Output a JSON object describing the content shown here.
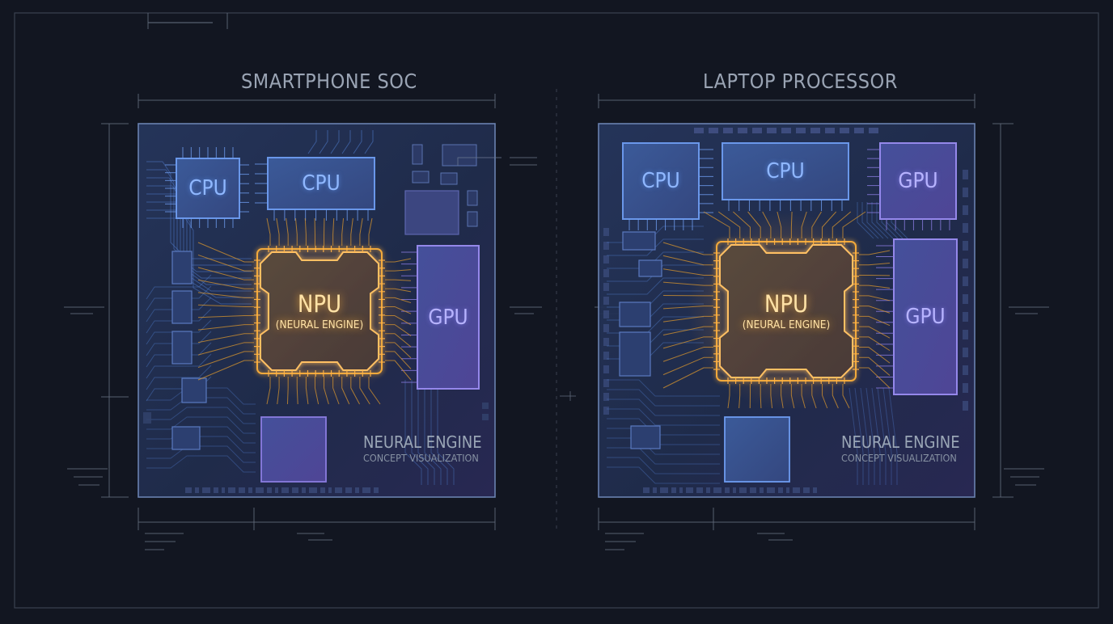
{
  "panels": [
    {
      "title": "SMARTPHONE SOC",
      "cpu_labels": [
        "CPU",
        "CPU"
      ],
      "gpu_labels": [
        "GPU"
      ],
      "npu_label": "NPU",
      "npu_sublabel": "(NEURAL ENGINE)",
      "caption_title": "NEURAL ENGINE",
      "caption_subtitle": "CONCEPT VISUALIZATION"
    },
    {
      "title": "LAPTOP PROCESSOR",
      "cpu_labels": [
        "CPU",
        "CPU"
      ],
      "gpu_labels": [
        "GPU",
        "GPU"
      ],
      "npu_label": "NPU",
      "npu_sublabel": "(NEURAL ENGINE)",
      "caption_title": "NEURAL ENGINE",
      "caption_subtitle": "CONCEPT VISUALIZATION"
    }
  ],
  "colors": {
    "background": "#121621",
    "chip_border": "#6f88b8",
    "cpu": "#5b86d6",
    "gpu": "#8a7ce0",
    "npu": "#f2a93b",
    "blueprint_lines": "#5f6878"
  }
}
